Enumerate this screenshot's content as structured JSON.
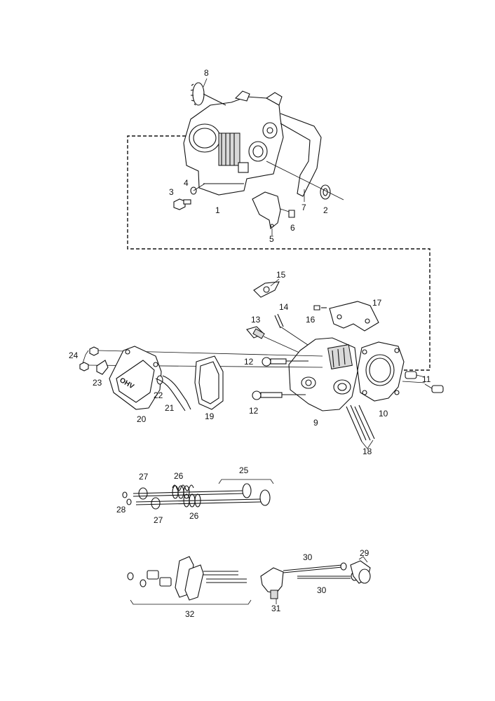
{
  "callouts": {
    "c1": "1",
    "c2": "2",
    "c3": "3",
    "c4": "4",
    "c5": "5",
    "c6": "6",
    "c7": "7",
    "c8": "8",
    "c9": "9",
    "c10": "10",
    "c11": "11",
    "c12a": "12",
    "c12b": "12",
    "c13": "13",
    "c14": "14",
    "c15": "15",
    "c16": "16",
    "c17": "17",
    "c18": "18",
    "c19": "19",
    "c20": "20",
    "c21": "21",
    "c22": "22",
    "c23": "23",
    "c24": "24",
    "c25": "25",
    "c26a": "26",
    "c26b": "26",
    "c27a": "27",
    "c27b": "27",
    "c28": "28",
    "c29": "29",
    "c30a": "30",
    "c30b": "30",
    "c31": "31",
    "c32": "32"
  },
  "logo": "OHV"
}
